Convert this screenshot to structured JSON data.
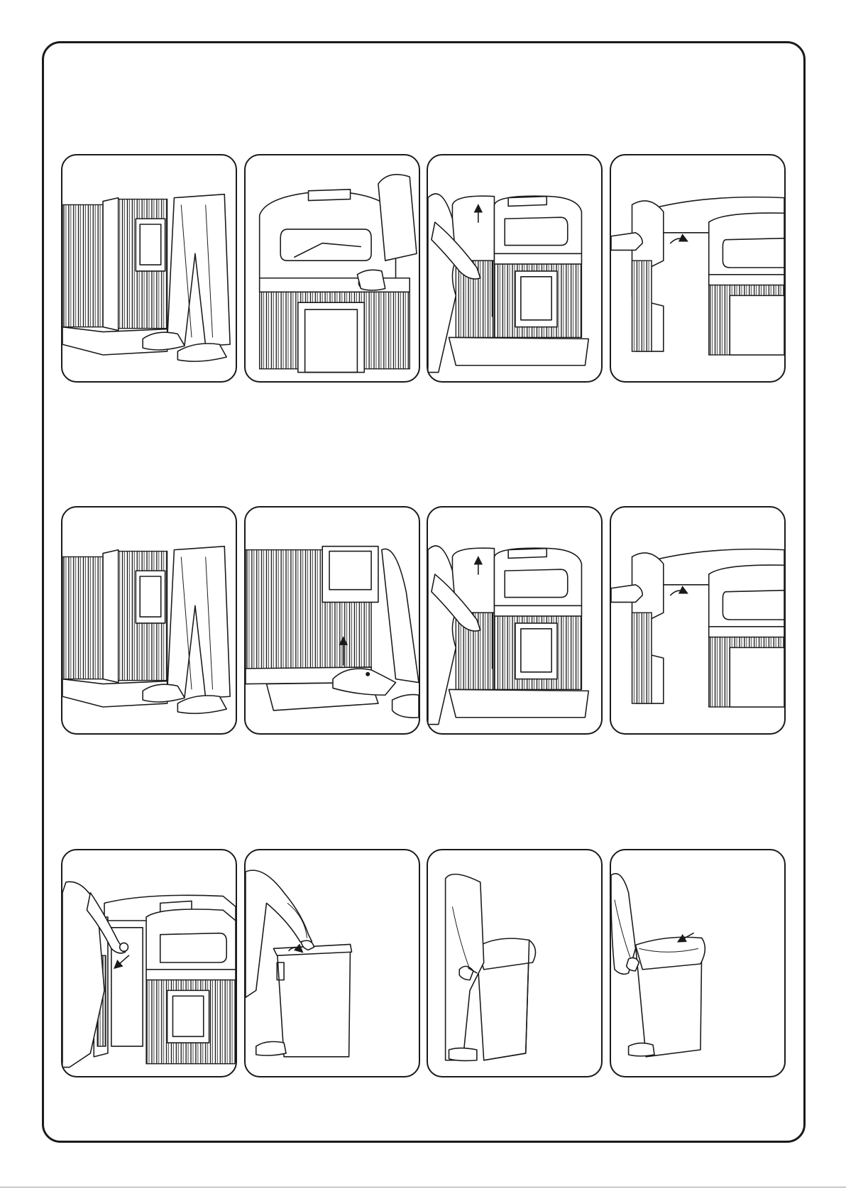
{
  "document": {
    "type": "instruction-sheet",
    "rows": [
      {
        "panels": [
          {
            "id": "r1p1",
            "icon": "foot-pedal-press"
          },
          {
            "id": "r1p2",
            "icon": "unlock-knob-turn"
          },
          {
            "id": "r1p3",
            "icon": "lift-side-panel-arrow"
          },
          {
            "id": "r1p4",
            "icon": "swing-door-open-arrow"
          }
        ]
      },
      {
        "panels": [
          {
            "id": "r2p1",
            "icon": "foot-pedal-press"
          },
          {
            "id": "r2p2",
            "icon": "kick-lever-up-arrow"
          },
          {
            "id": "r2p3",
            "icon": "lift-side-panel-arrow"
          },
          {
            "id": "r2p4",
            "icon": "swing-door-open-arrow"
          }
        ]
      },
      {
        "panels": [
          {
            "id": "r3p1",
            "icon": "pull-liner-out-arrow"
          },
          {
            "id": "r3p2",
            "icon": "release-bag-clip"
          },
          {
            "id": "r3p3",
            "icon": "lift-liner-bin"
          },
          {
            "id": "r3p4",
            "icon": "fit-new-bag-arrow"
          }
        ]
      }
    ]
  }
}
